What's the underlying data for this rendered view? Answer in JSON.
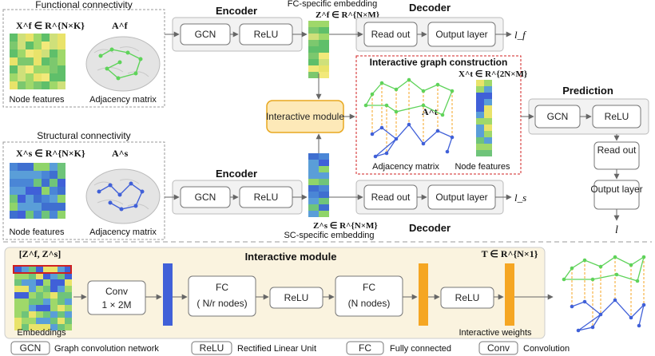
{
  "top_panel": {
    "functional": {
      "title": "Functional connectivity",
      "x_label": "X^f ∈ R^{N×K}",
      "a_label": "A^f",
      "node_caption": "Node features",
      "adj_caption": "Adjacency matrix"
    },
    "structural": {
      "title": "Structural connectivity",
      "x_label": "X^s ∈ R^{N×K}",
      "a_label": "A^s",
      "node_caption": "Node features",
      "adj_caption": "Adjacency matrix"
    },
    "encoder_top": {
      "title": "Encoder",
      "gcn": "GCN",
      "relu": "ReLU"
    },
    "encoder_bottom": {
      "title": "Encoder",
      "gcn": "GCN",
      "relu": "ReLU"
    },
    "fc_embedding": {
      "caption": "FC-specific embedding",
      "label": "Z^f ∈ R^{N×M}"
    },
    "sc_embedding": {
      "caption": "SC-specific embedding",
      "label": "Z^s ∈ R^{N×M}"
    },
    "decoder_top": {
      "title": "Decoder",
      "readout": "Read out",
      "output": "Output layer",
      "loss": "l_f"
    },
    "decoder_bottom": {
      "title": "Decoder",
      "readout": "Read out",
      "output": "Output layer",
      "loss": "l_s"
    },
    "interactive_module": "Interactive module",
    "interactive_graph": {
      "title": "Interactive graph construction",
      "x_label": "X^t ∈ R^{2N×M}",
      "a_label": "A^t",
      "adj_caption": "Adjacency matrix",
      "node_caption": "Node features"
    },
    "prediction": {
      "title": "Prediction",
      "gcn": "GCN",
      "relu": "ReLU",
      "readout": "Read out",
      "output": "Output layer",
      "loss": "l"
    }
  },
  "bottom_panel": {
    "title": "Interactive module",
    "concat_label": "[Z^f, Z^s]",
    "embeddings_caption": "Embeddings",
    "conv": {
      "name": "Conv",
      "size": "1 × 2M"
    },
    "fc1": {
      "name": "FC",
      "nodes": "( N/r nodes)"
    },
    "relu1": "ReLU",
    "fc2": {
      "name": "FC",
      "nodes": "(N nodes)"
    },
    "relu2": "ReLU",
    "weights_label": "T ∈ R^{N×1}",
    "weights_caption": "Interactive weights"
  },
  "legend": [
    {
      "abbr": "GCN",
      "desc": "Graph convolution network"
    },
    {
      "abbr": "ReLU",
      "desc": "Rectified Linear Unit"
    },
    {
      "abbr": "FC",
      "desc": "Fully connected"
    },
    {
      "abbr": "Conv",
      "desc": "Convolution"
    }
  ],
  "colors": {
    "fc_green": "#5fd35a",
    "sc_blue": "#4060d8",
    "yellow": "#f5c518",
    "orange": "#f5a623",
    "module_fill": "#fde9b8",
    "red_dash": "#d02020"
  }
}
